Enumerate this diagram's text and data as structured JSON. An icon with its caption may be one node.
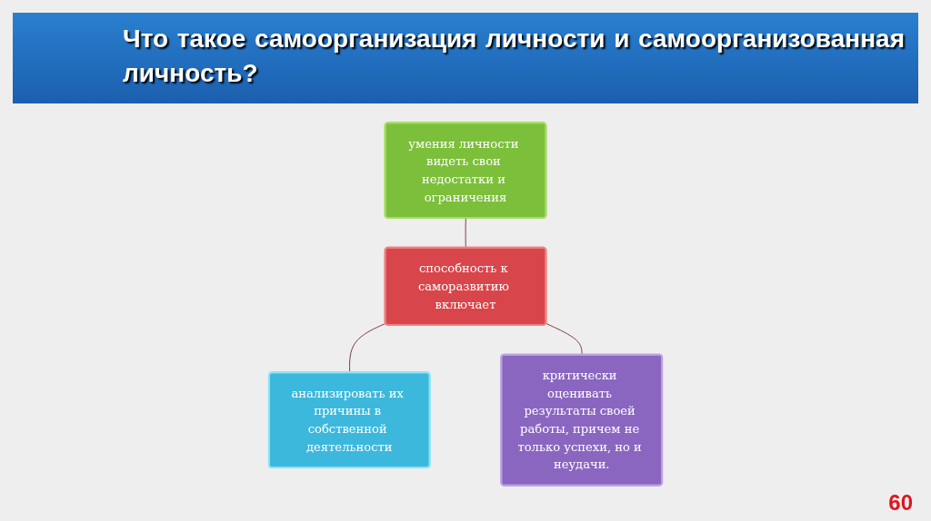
{
  "diagram": {
    "title": "Что такое самоорганизация личности и самоорганизованная личность?",
    "nodes": [
      {
        "text": [
          "умения личности видеть свои недостатки и ограничения"
        ]
      },
      {
        "text": [
          "способность к саморазвитию включает"
        ]
      },
      {
        "text": [
          "анализировать их причины в собственной деятельности"
        ]
      },
      {
        "text": [
          "критически оценивать результаты своей работы, причем не только успехи, но и неудачи."
        ]
      }
    ],
    "edges": [
      {
        "from": 0,
        "to": 1,
        "arrow": "none"
      },
      {
        "from": 1,
        "to": 2,
        "arrow": "none"
      },
      {
        "from": 1,
        "to": 3,
        "arrow": "none"
      }
    ],
    "labels": [
      "60"
    ]
  }
}
